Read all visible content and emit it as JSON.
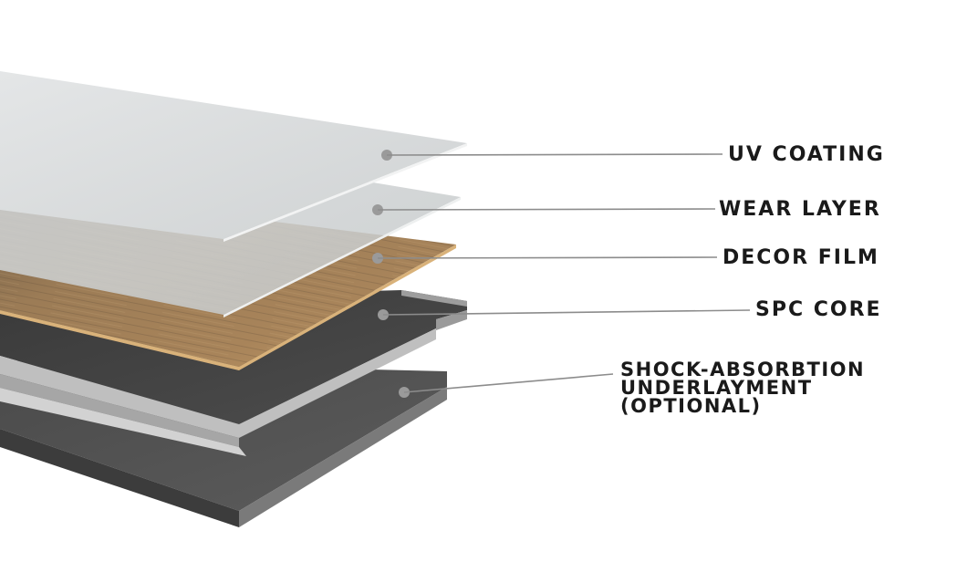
{
  "layers": [
    {
      "id": "uv-coating",
      "label_lines": [
        "UV COATING"
      ]
    },
    {
      "id": "wear-layer",
      "label_lines": [
        "WEAR LAYER"
      ]
    },
    {
      "id": "decor-film",
      "label_lines": [
        "DECOR FILM"
      ]
    },
    {
      "id": "spc-core",
      "label_lines": [
        "SPC CORE"
      ]
    },
    {
      "id": "underlayment",
      "label_lines": [
        "SHOCK-ABSORBTION",
        "UNDERLAYMENT",
        "(OPTIONAL)"
      ]
    }
  ],
  "colors": {
    "uv_coating": "#d9dcdd",
    "wear_layer": "#cfd3d4",
    "decor_film": "#9c7c56",
    "spc_core_top": "#474747",
    "spc_core_edge": "#bdbdbd",
    "underlayment": "#5a5a5a",
    "leader_line": "#8c8c8c",
    "label_text": "#1a1a1a"
  }
}
